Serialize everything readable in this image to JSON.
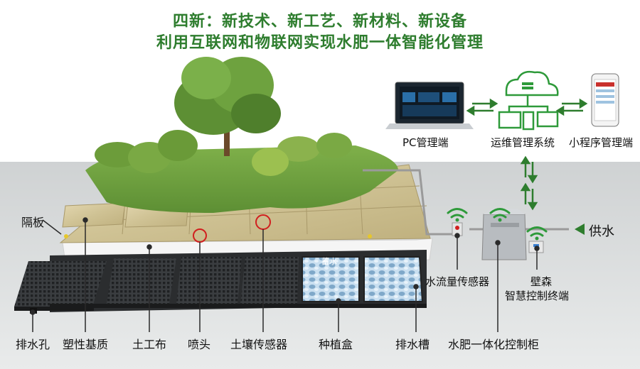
{
  "header": {
    "line1": "四新：新技术、新工艺、新材料、新设备",
    "line2": "利用互联网和物联网实现水肥一体智能化管理"
  },
  "top_system": {
    "pc_label": "PC管理端",
    "ops_label": "运维管理系统",
    "mini_label": "小程序管理端"
  },
  "water_supply_label": "供水",
  "tank_label": "蓄水",
  "labels": {
    "partition": "隔板",
    "drain_hole": "排水孔",
    "plastic_substrate": "塑性基质",
    "geotextile": "土工布",
    "nozzle": "喷头",
    "soil_sensor": "土壤传感器",
    "planting_box": "种植盒",
    "drain_channel": "排水槽",
    "flow_sensor": "水流量传感器",
    "terminal_line1": "壁森",
    "terminal_line2": "智慧控制终端",
    "control_cabinet": "水肥一体化控制柜"
  },
  "colors": {
    "title": "#2e7d2e",
    "leader_line": "#2a2a2a",
    "highlight_circle": "#d11f1f",
    "arrow": "#2e7d2e"
  }
}
